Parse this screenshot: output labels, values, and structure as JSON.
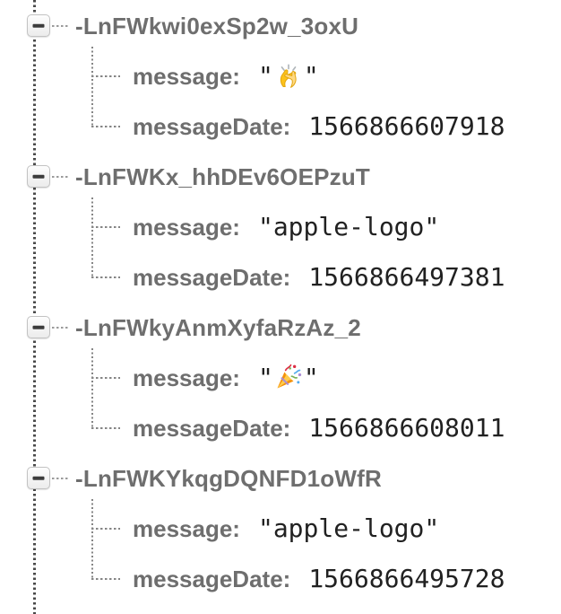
{
  "app_context": "realtime-database-tree-view",
  "colors": {
    "background": "#ffffff",
    "key_text": "#6e6e6e",
    "label_text": "#6e6e6e",
    "value_text": "#212121",
    "main_tree_line": "#4a4a4a",
    "child_tree_line": "#858585",
    "toggle_border": "#c3c3c3",
    "toggle_minus": "#3c3c3c"
  },
  "tree": {
    "nodes": [
      {
        "key": "-LnFWkwi0exSp2w_3oxU",
        "toggle_state": "expanded",
        "fields": [
          {
            "label": "message:",
            "quote": "\"",
            "value_emoji": "👏",
            "emoji_name": "clapping-hands"
          },
          {
            "label": "messageDate:",
            "value": "1566866607918"
          }
        ]
      },
      {
        "key": "-LnFWKx_hhDEv6OEPzuT",
        "toggle_state": "expanded",
        "fields": [
          {
            "label": "message:",
            "value": "\"apple-logo\""
          },
          {
            "label": "messageDate:",
            "value": "1566866497381"
          }
        ]
      },
      {
        "key": "-LnFWkyAnmXyfaRzAz_2",
        "toggle_state": "expanded",
        "fields": [
          {
            "label": "message:",
            "quote": "\"",
            "value_emoji": "🎉",
            "emoji_name": "party-popper"
          },
          {
            "label": "messageDate:",
            "value": "1566866608011"
          }
        ]
      },
      {
        "key": "-LnFWKYkqgDQNFD1oWfR",
        "toggle_state": "expanded",
        "fields": [
          {
            "label": "message:",
            "value": "\"apple-logo\""
          },
          {
            "label": "messageDate:",
            "value": "1566866495728"
          }
        ]
      }
    ]
  }
}
